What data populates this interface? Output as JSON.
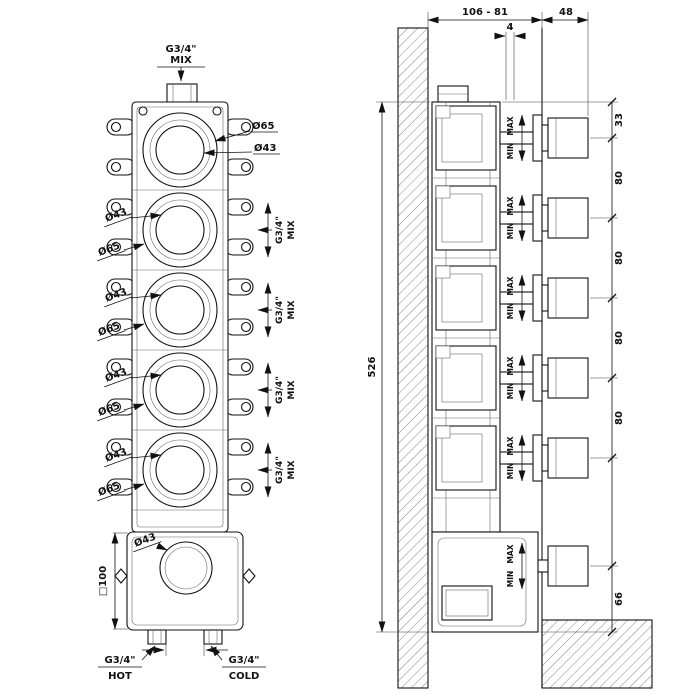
{
  "drawing": {
    "type": "installation-technical-drawing"
  },
  "front": {
    "top_port": {
      "thread": "G3/4\"",
      "label": "MIX"
    },
    "top_circle": {
      "outer": "Ø65",
      "inner": "Ø43"
    },
    "left_labels": [
      {
        "inner": "Ø43",
        "outer": "Ø65"
      },
      {
        "inner": "Ø43",
        "outer": "Ø65"
      },
      {
        "inner": "Ø43",
        "outer": "Ø65"
      },
      {
        "inner": "Ø43",
        "outer": "Ø65"
      }
    ],
    "mix_ports": [
      {
        "thread": "G3/4\"",
        "label": "MIX"
      },
      {
        "thread": "G3/4\"",
        "label": "MIX"
      },
      {
        "thread": "G3/4\"",
        "label": "MIX"
      },
      {
        "thread": "G3/4\"",
        "label": "MIX"
      }
    ],
    "box": {
      "hole": "Ø43",
      "square": "□100"
    },
    "hot_port": {
      "thread": "G3/4\"",
      "label": "HOT"
    },
    "cold_port": {
      "thread": "G3/4\"",
      "label": "COLD"
    }
  },
  "side": {
    "dim_depth_range": "106 - 81",
    "dim_knob": "48",
    "dim_plate": "4",
    "dim_height": "526",
    "dims_right": [
      "33",
      "80",
      "80",
      "80",
      "80",
      "66"
    ],
    "knob_max": "MAX",
    "knob_min": "MIN"
  }
}
